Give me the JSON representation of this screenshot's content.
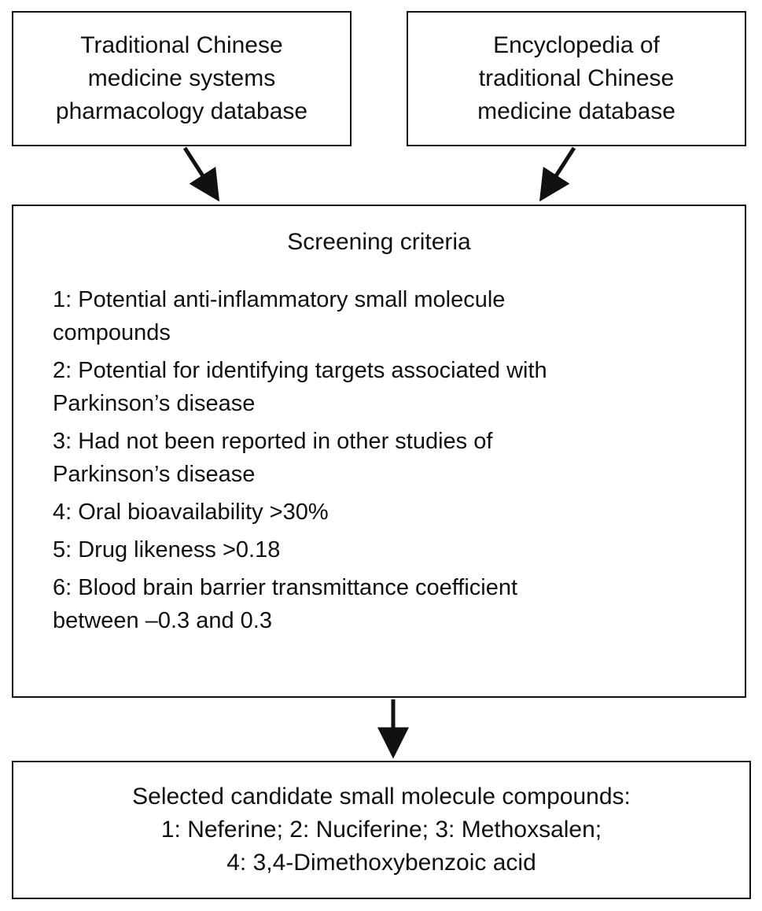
{
  "sources": [
    {
      "lines": [
        "Traditional Chinese",
        "medicine systems",
        "pharmacology database"
      ]
    },
    {
      "lines": [
        "Encyclopedia of",
        "traditional Chinese",
        "medicine database"
      ]
    }
  ],
  "criteria": {
    "title": "Screening criteria",
    "items": [
      {
        "lines": [
          "1: Potential anti-inflammatory small molecule",
          "compounds"
        ]
      },
      {
        "lines": [
          "2: Potential for identifying targets associated with",
          "Parkinson’s disease"
        ]
      },
      {
        "lines": [
          "3: Had not been reported in other studies of",
          "Parkinson’s disease"
        ]
      },
      {
        "lines": [
          "4: Oral bioavailability >30%"
        ]
      },
      {
        "lines": [
          "5: Drug likeness >0.18"
        ]
      },
      {
        "lines": [
          "6: Blood brain barrier transmittance coefficient",
          "between –0.3 and 0.3"
        ]
      }
    ]
  },
  "result": {
    "lines": [
      "Selected candidate small molecule compounds:",
      "1: Neferine; 2: Nuciferine; 3: Methoxsalen;",
      "4: 3,4-Dimethoxybenzoic acid"
    ]
  }
}
